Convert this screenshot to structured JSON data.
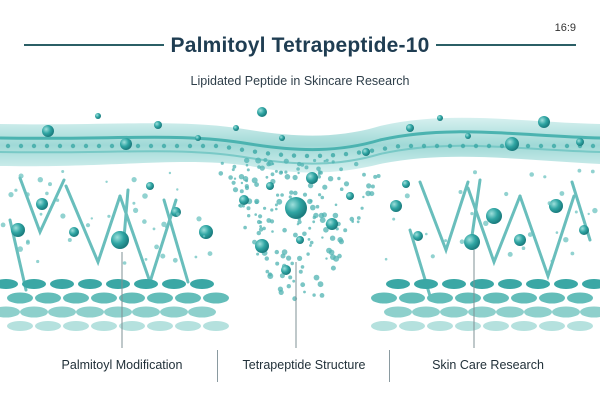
{
  "header": {
    "title": "Palmitoyl Tetrapeptide-10",
    "subtitle": "Lipidated Peptide in Skincare Research",
    "aspect_ratio": "16:9"
  },
  "footer": {
    "labels": [
      "Palmitoyl Modification",
      "Tetrapeptide Structure",
      "Skin Care Research"
    ]
  },
  "colors": {
    "teal_dark": "#2a9d9c",
    "teal_mid": "#5fbdbb",
    "teal_light": "#a9dcd9",
    "title_navy": "#1f3d52",
    "rule": "#2b5f66"
  }
}
